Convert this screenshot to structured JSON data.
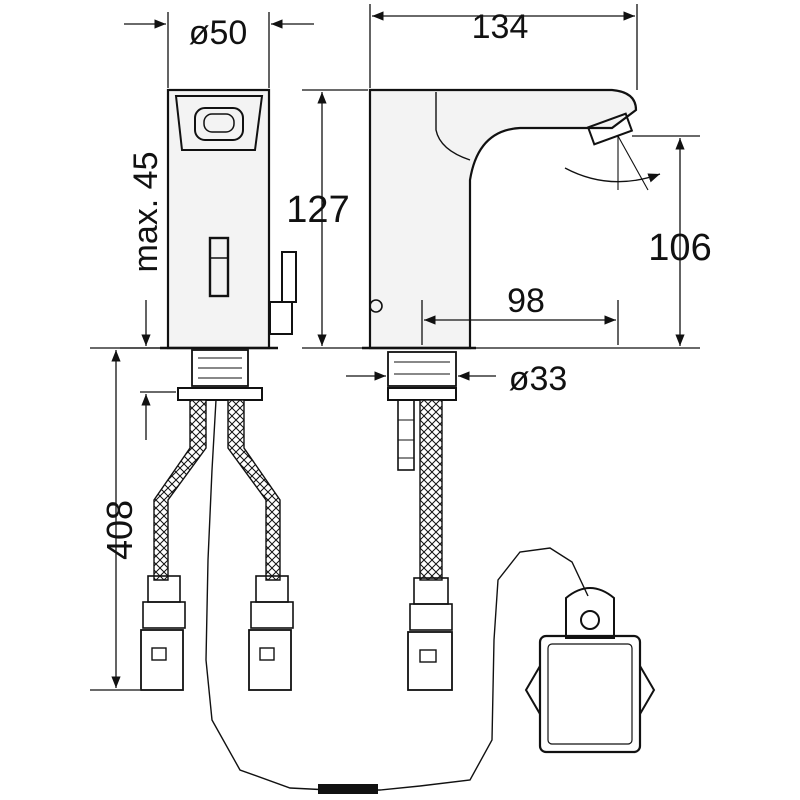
{
  "dimensions": {
    "body_diameter": "ø50",
    "total_width": "134",
    "body_height": "127",
    "spout_height": "106",
    "spout_reach": "98",
    "shank_diameter": "ø33",
    "max_deck_thickness": "max. 45",
    "hose_length": "408"
  },
  "colors": {
    "line": "#111111",
    "body_fill": "#f3f3f3",
    "background": "#ffffff"
  },
  "icons": [
    "dimension-arrow",
    "braided-hose",
    "angle-arc"
  ]
}
